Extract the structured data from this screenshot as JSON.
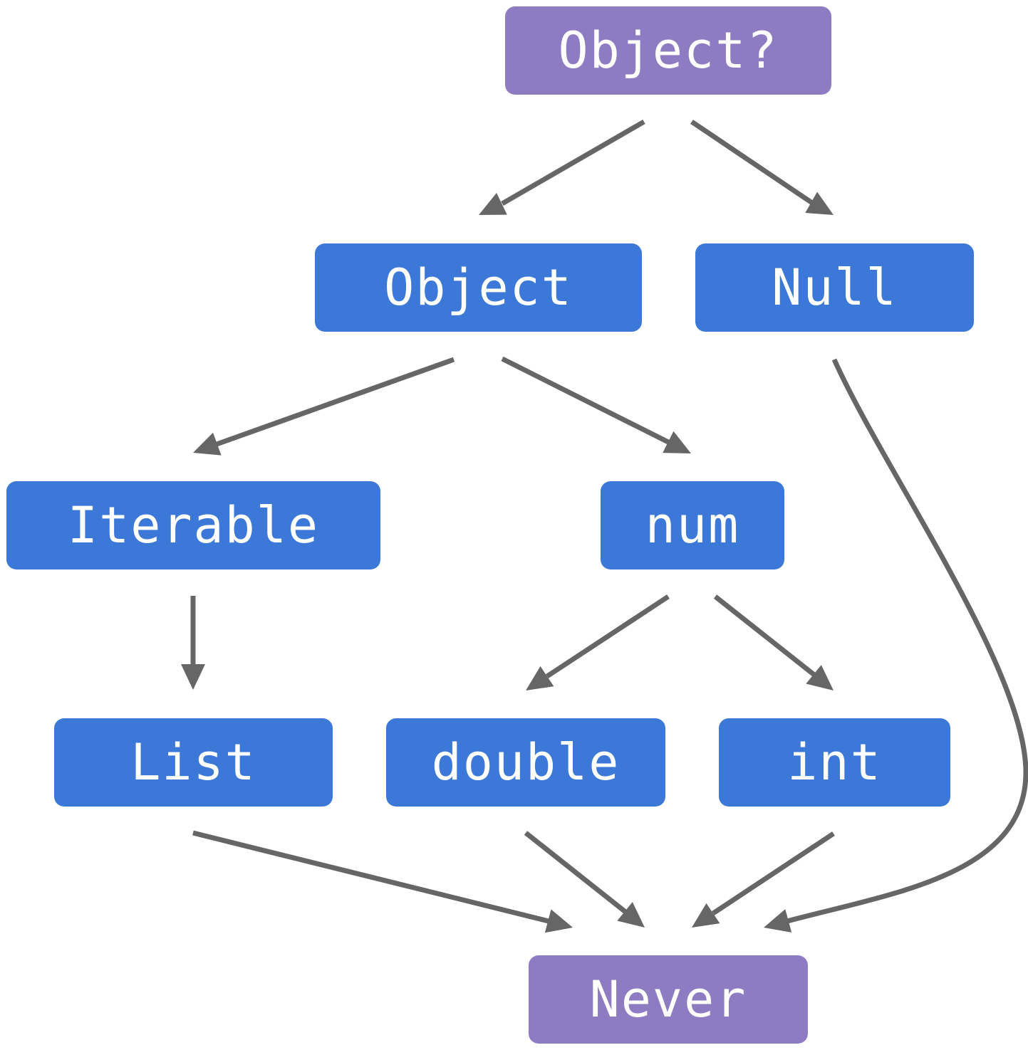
{
  "colors": {
    "type_node": "#3c78d8",
    "top_bottom_node": "#8e7cc3",
    "arrow": "#666666",
    "label": "#ffffff"
  },
  "nodes": {
    "object_nullable": "Object?",
    "object": "Object",
    "null": "Null",
    "iterable": "Iterable",
    "num": "num",
    "list": "List",
    "double": "double",
    "int": "int",
    "never": "Never"
  },
  "edges": [
    {
      "from": "Object?",
      "to": "Object"
    },
    {
      "from": "Object?",
      "to": "Null"
    },
    {
      "from": "Object",
      "to": "Iterable"
    },
    {
      "from": "Object",
      "to": "num"
    },
    {
      "from": "Null",
      "to": "Never"
    },
    {
      "from": "Iterable",
      "to": "List"
    },
    {
      "from": "num",
      "to": "double"
    },
    {
      "from": "num",
      "to": "int"
    },
    {
      "from": "List",
      "to": "Never"
    },
    {
      "from": "double",
      "to": "Never"
    },
    {
      "from": "int",
      "to": "Never"
    }
  ]
}
